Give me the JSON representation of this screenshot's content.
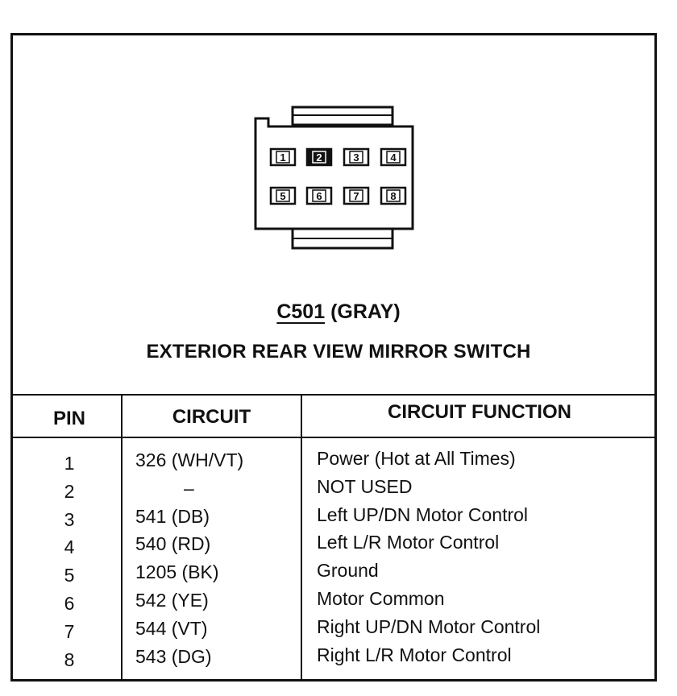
{
  "connector": {
    "name": "C501",
    "color": "(GRAY)",
    "description": "EXTERIOR REAR VIEW MIRROR SWITCH",
    "cavities": [
      {
        "label": "1",
        "filled": false
      },
      {
        "label": "2",
        "filled": true
      },
      {
        "label": "3",
        "filled": false
      },
      {
        "label": "4",
        "filled": false
      },
      {
        "label": "5",
        "filled": false
      },
      {
        "label": "6",
        "filled": false
      },
      {
        "label": "7",
        "filled": false
      },
      {
        "label": "8",
        "filled": false
      }
    ]
  },
  "table": {
    "headers": [
      "PIN",
      "CIRCUIT",
      "CIRCUIT FUNCTION"
    ],
    "rows": [
      {
        "pin": "1",
        "circuit": "326 (WH/VT)",
        "function": "Power (Hot at All Times)"
      },
      {
        "pin": "2",
        "circuit": "–",
        "function": "NOT USED"
      },
      {
        "pin": "3",
        "circuit": "541 (DB)",
        "function": "Left UP/DN Motor Control"
      },
      {
        "pin": "4",
        "circuit": "540 (RD)",
        "function": "Left L/R Motor Control"
      },
      {
        "pin": "5",
        "circuit": "1205 (BK)",
        "function": "Ground"
      },
      {
        "pin": "6",
        "circuit": "542 (YE)",
        "function": "Motor Common"
      },
      {
        "pin": "7",
        "circuit": "544 (VT)",
        "function": "Right UP/DN Motor Control"
      },
      {
        "pin": "8",
        "circuit": "543 (DG)",
        "function": "Right L/R Motor Control"
      }
    ]
  }
}
